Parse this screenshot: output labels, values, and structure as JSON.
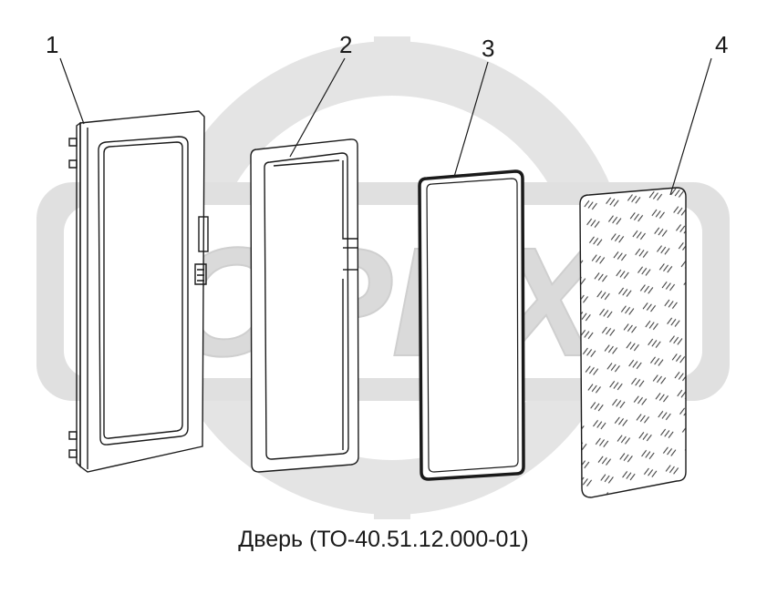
{
  "watermark": {
    "text": "OPEX",
    "icon": "gear-icon",
    "color": "#dcdcdc"
  },
  "callouts": [
    {
      "id": "1",
      "label": "1"
    },
    {
      "id": "2",
      "label": "2"
    },
    {
      "id": "3",
      "label": "3"
    },
    {
      "id": "4",
      "label": "4"
    }
  ],
  "caption": "Дверь (ТО-40.51.12.000-01)",
  "colors": {
    "line": "#1a1a1a",
    "background": "#ffffff",
    "watermark": "#dcdcdc"
  }
}
